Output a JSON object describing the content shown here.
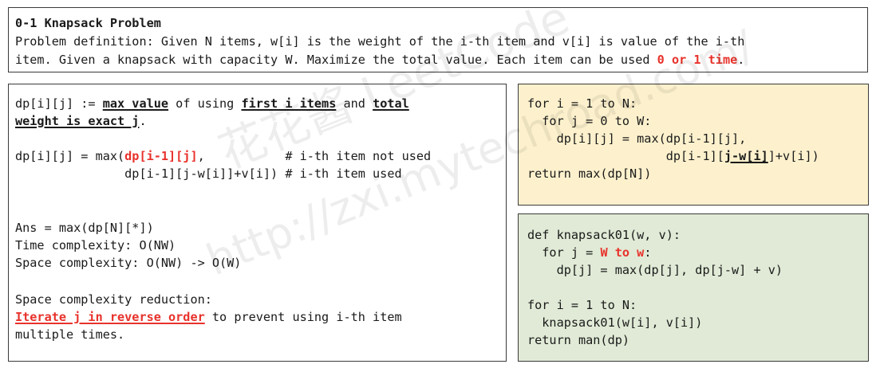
{
  "top": {
    "title": "0-1 Knapsack Problem",
    "line1": "Problem definition: Given N items, w[i] is the weight of the i-th item and v[i] is value of the i-th",
    "line2_pre": "item. Given a knapsack with capacity W. Maximize the total value. Each item can be used ",
    "line2_red": "0 or 1 time",
    "line2_post": "."
  },
  "left": {
    "def_pre": "dp[i][j] := ",
    "def_u1": "max value",
    "def_mid1": " of using ",
    "def_u2": "first i items",
    "def_mid2": " and ",
    "def_u3": "total",
    "def2_u": "weight is exact j",
    "def2_post": ".",
    "rec1_pre": "dp[i][j] = max(",
    "rec1_red": "dp[i-1][j]",
    "rec1_post": ",           # i-th item not used",
    "rec2": "               dp[i-1][j-w[i]]+v[i]) # i-th item used",
    "ans": "Ans = max(dp[N][*])",
    "time": "Time complexity: O(NW)",
    "space": "Space complexity: O(NW) -> O(W)",
    "reduction": "Space complexity reduction:",
    "iter_red": "Iterate j in reverse order",
    "iter_post": " to prevent using i-th item",
    "multiple": "multiple times."
  },
  "yellow": {
    "l1": "for i = 1 to N:",
    "l2": "  for j = 0 to W:",
    "l3": "    dp[i][j] = max(dp[i-1][j],",
    "l4_pre": "                   dp[i-1][",
    "l4_u": "j-w[i]",
    "l4_post": "]+v[i])",
    "l5": "return max(dp[N])"
  },
  "green": {
    "l1": "def knapsack01(w, v):",
    "l2_pre": "  for j = ",
    "l2_red": "W to w",
    "l2_post": ":",
    "l3": "    dp[j] = max(dp[j], dp[j-w] + v)",
    "l4": "for i = 1 to N:",
    "l5": "  knapsack01(w[i], v[i])",
    "l6": "return man(dp)"
  },
  "watermark": {
    "line1": "花花酱 LeetCode",
    "line2": "http://zxi.mytechroad.com/"
  },
  "colors": {
    "accent_red": "#e8322b",
    "yellow_bg": "#fdf1cd",
    "green_bg": "#e0ead6"
  }
}
